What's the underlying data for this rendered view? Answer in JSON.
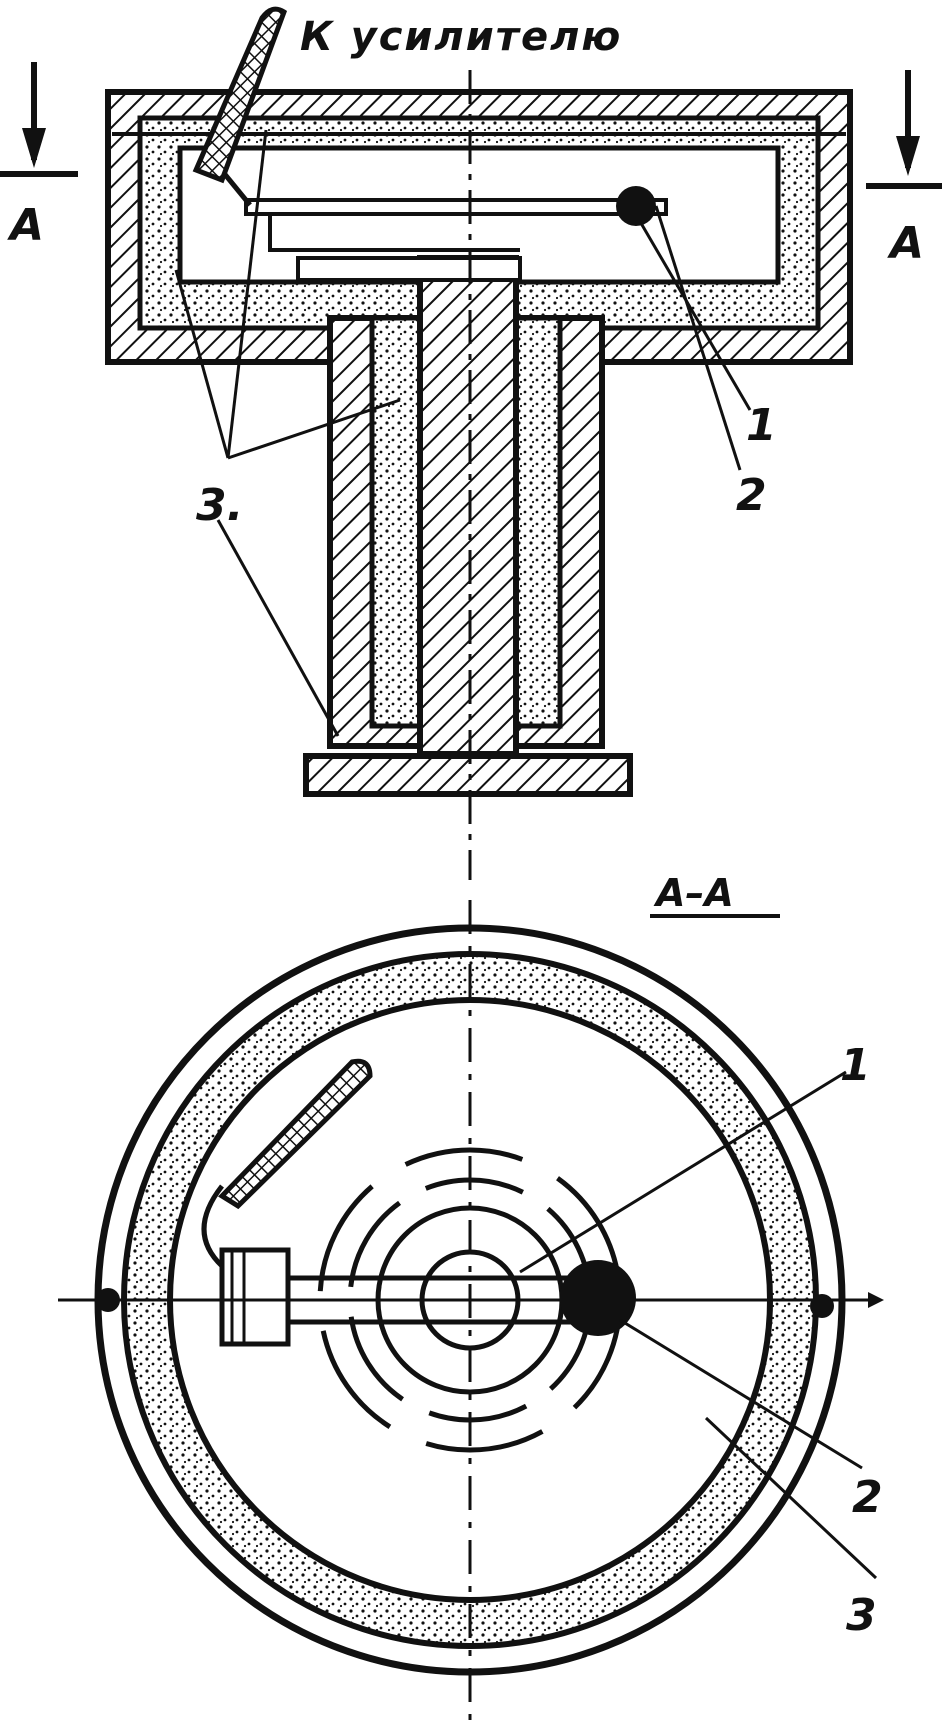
{
  "top_view": {
    "header": "К усилителю",
    "section_mark_left": "A",
    "section_mark_right": "A",
    "callout_1": "1",
    "callout_2": "2",
    "callout_3": "3."
  },
  "section_view": {
    "title": "A–A",
    "callout_1": "1",
    "callout_2": "2",
    "callout_3": "3"
  },
  "colors": {
    "ink": "#111111",
    "paper": "#ffffff"
  }
}
